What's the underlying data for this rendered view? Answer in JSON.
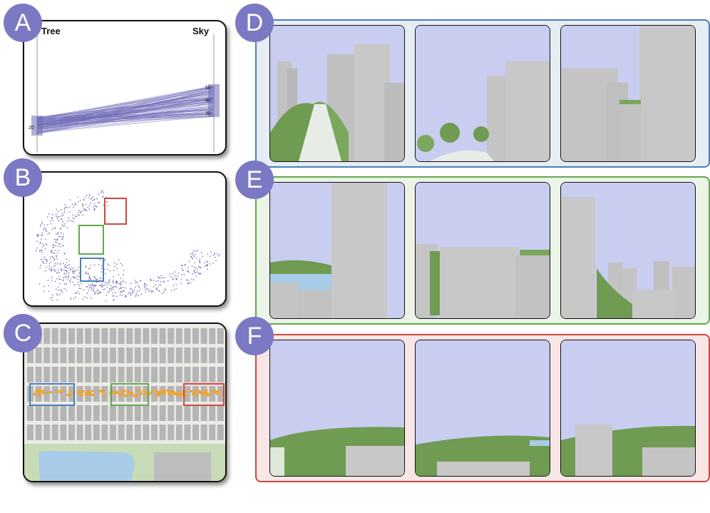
{
  "panels": {
    "a": {
      "badge": "A"
    },
    "b": {
      "badge": "B"
    },
    "c": {
      "badge": "C"
    },
    "d": {
      "badge": "D"
    },
    "e": {
      "badge": "E"
    },
    "f": {
      "badge": "F"
    }
  },
  "parallel_coords": {
    "axes": [
      "Tree",
      "Sky"
    ],
    "left_ticks": [
      "20"
    ],
    "right_ticks": [
      "50",
      "40",
      "30"
    ]
  },
  "colors": {
    "badge": "#7b78c4",
    "group_d": "#4a7fba",
    "group_e": "#62a84f",
    "group_f": "#d2453f",
    "lines": "#6f6bb8",
    "route": "#f3a12a"
  }
}
